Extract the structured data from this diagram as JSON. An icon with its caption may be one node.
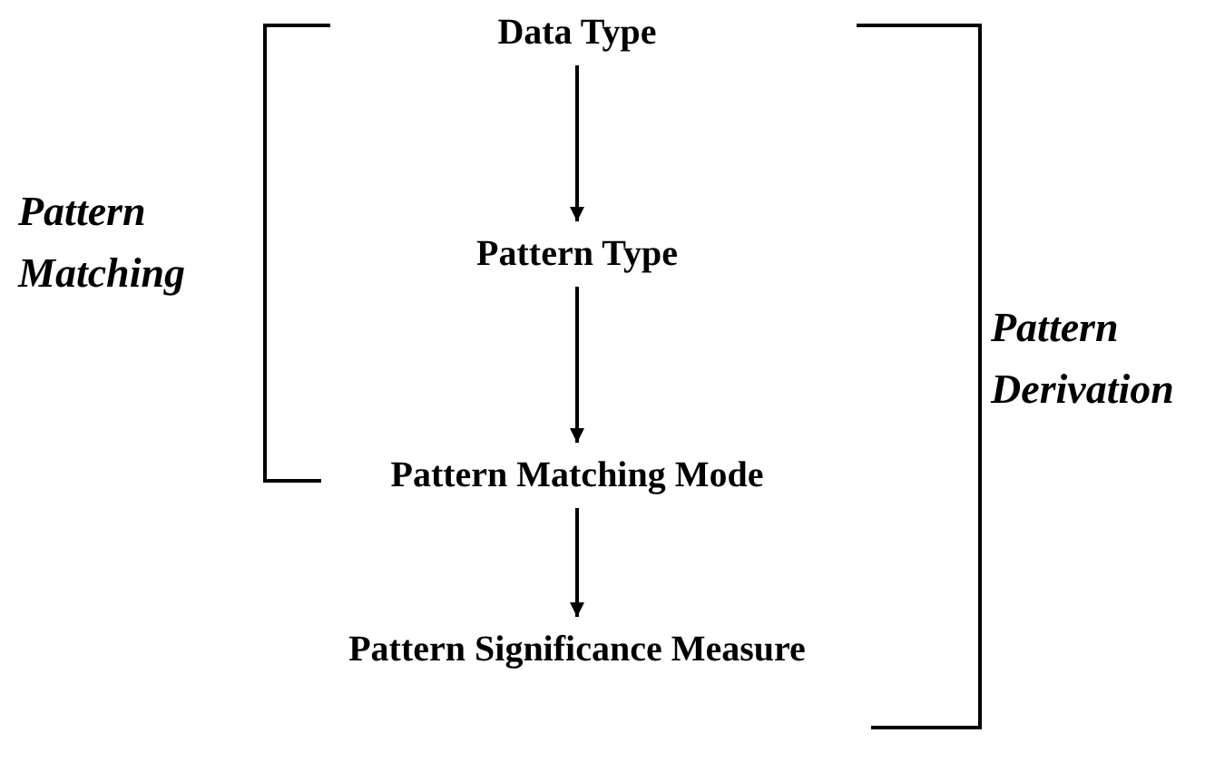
{
  "diagram": {
    "nodes": [
      {
        "text": [
          "Data Type"
        ]
      },
      {
        "text": [
          "Pattern Type"
        ]
      },
      {
        "text": [
          "Pattern Matching Mode"
        ]
      },
      {
        "text": [
          "Pattern Significance Measure"
        ]
      }
    ],
    "edges": [
      {
        "from": 0,
        "to": 1,
        "arrow": "to"
      },
      {
        "from": 1,
        "to": 2,
        "arrow": "to"
      },
      {
        "from": 2,
        "to": 3,
        "arrow": "to"
      }
    ],
    "labels": [
      "Pattern Matching",
      "Pattern Derivation"
    ]
  }
}
